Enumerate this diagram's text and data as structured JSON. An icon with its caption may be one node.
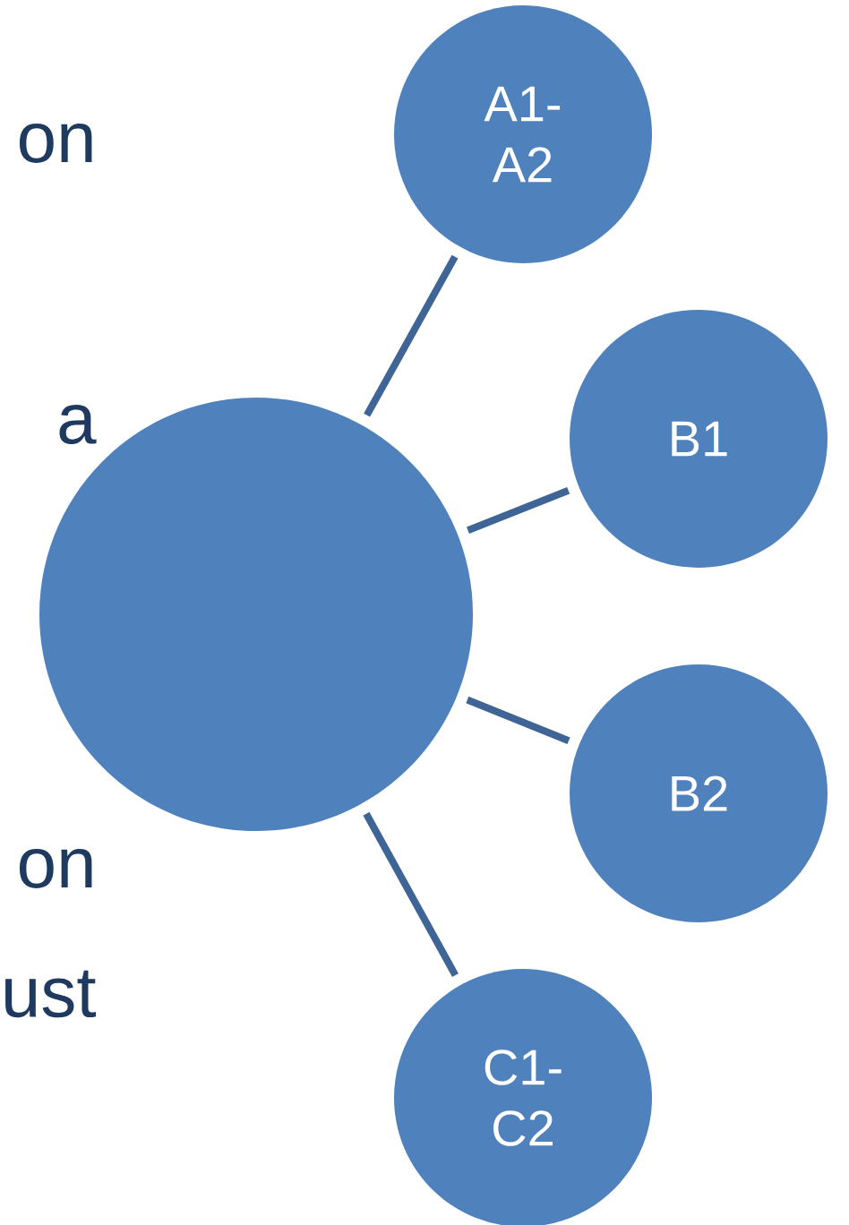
{
  "diagram": {
    "nodes": [
      {
        "text": [],
        "shape": "circle"
      },
      {
        "text": [
          "A1- A2"
        ]
      },
      {
        "text": [
          "B1"
        ]
      },
      {
        "text": [
          "B2"
        ]
      },
      {
        "text": [
          "C1- C2"
        ]
      }
    ],
    "edges": [
      {
        "from": 0,
        "to": 1,
        "arrow": "none"
      },
      {
        "from": 0,
        "to": 2,
        "arrow": "none"
      },
      {
        "from": 0,
        "to": 3,
        "arrow": "none"
      },
      {
        "from": 0,
        "to": 4,
        "arrow": "none"
      }
    ],
    "labels": [
      "on",
      "a",
      "on",
      "ust"
    ]
  }
}
